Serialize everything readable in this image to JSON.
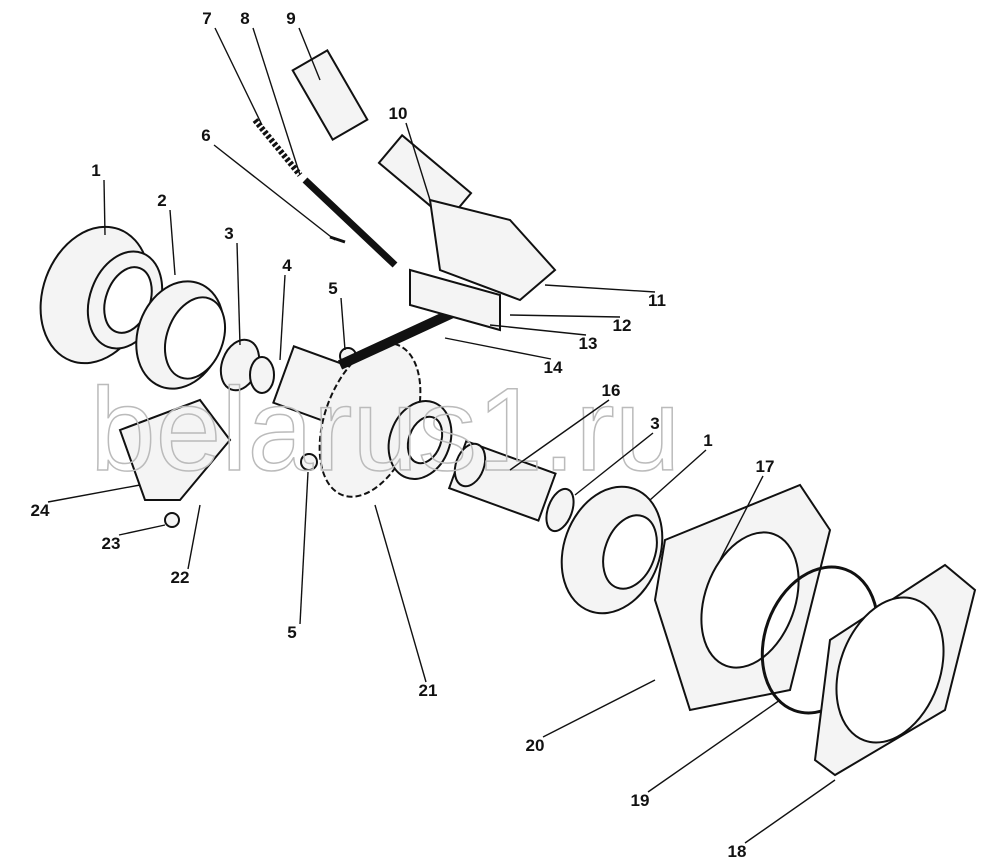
{
  "diagram": {
    "type": "exploded-parts-view",
    "watermark": "belarus1.ru",
    "callouts": [
      "7",
      "8",
      "9",
      "10",
      "6",
      "1",
      "2",
      "3",
      "4",
      "5",
      "11",
      "12",
      "13",
      "14",
      "16",
      "3",
      "1",
      "17",
      "24",
      "23",
      "22",
      "5",
      "21",
      "20",
      "19",
      "18"
    ]
  }
}
